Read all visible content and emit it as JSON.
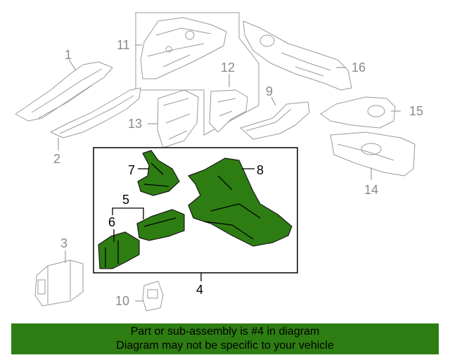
{
  "colors": {
    "highlight": "#2e7d12",
    "highlight_dark": "#1f5a0a",
    "banner": "#2e7d12",
    "ghost_stroke": "#9a9a9a",
    "callout_gray": "#8a8a8a"
  },
  "callouts": {
    "c1": "1",
    "c2": "2",
    "c3": "3",
    "c4": "4",
    "c5": "5",
    "c6": "6",
    "c7": "7",
    "c8": "8",
    "c9": "9",
    "c10": "10",
    "c11": "11",
    "c12": "12",
    "c13": "13",
    "c14": "14",
    "c15": "15",
    "c16": "16"
  },
  "banner": {
    "line1": "Part or sub-assembly is #4 in diagram",
    "line2": "Diagram may not be specific to your vehicle"
  }
}
